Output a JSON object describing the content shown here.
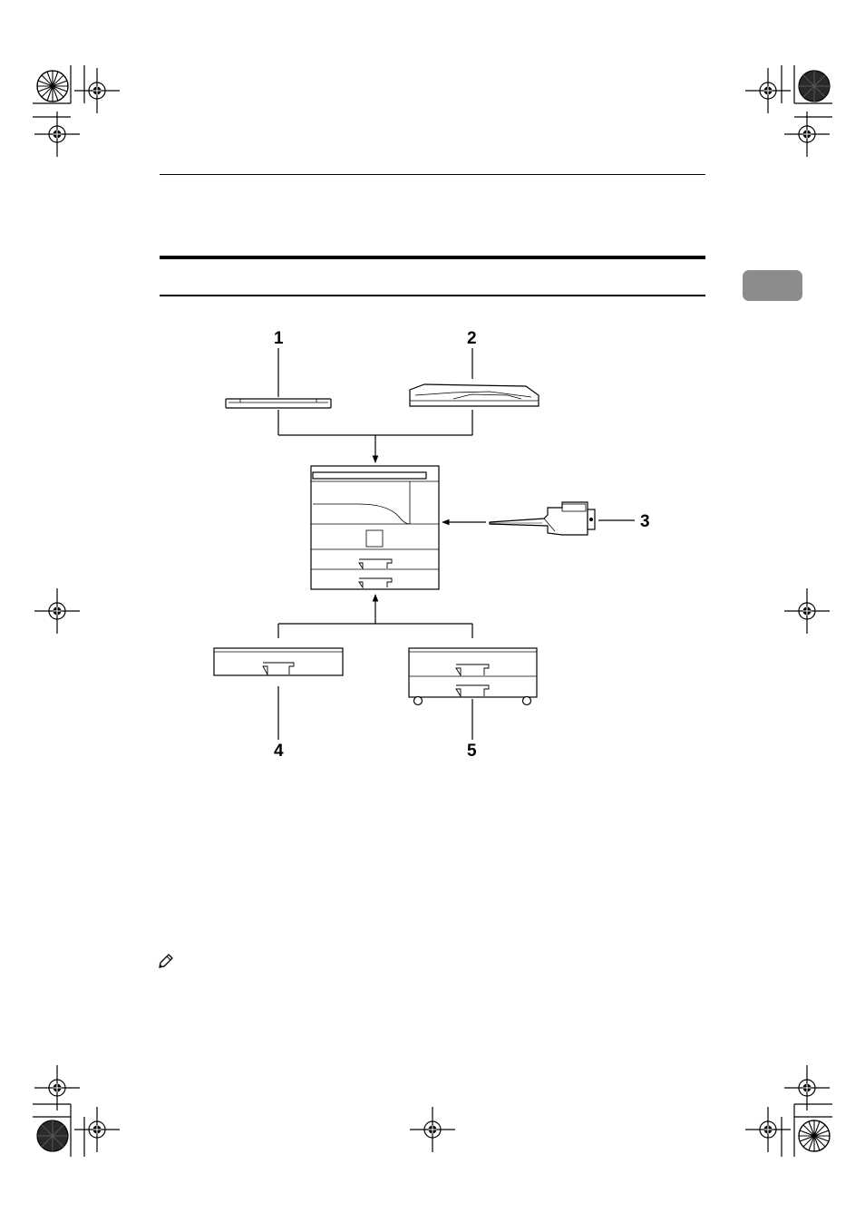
{
  "callouts": {
    "c1": "1",
    "c2": "2",
    "c3": "3",
    "c4": "4",
    "c5": "5"
  },
  "icons": {
    "registration_marks": "crosshair-target-icon",
    "color_wheels": "color-calibration-wheel-icon",
    "note": "pencil-note-icon",
    "arrows": "arrow-icon"
  },
  "colors": {
    "ink": "#000000",
    "chapter_tab": "#8c8c8c",
    "dark_wheel": "#2a2a2a"
  }
}
